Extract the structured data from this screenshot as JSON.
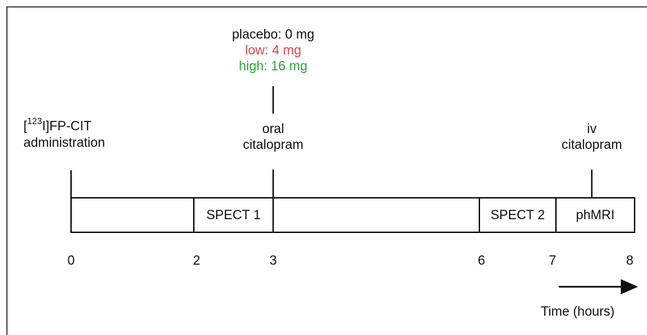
{
  "annotations": {
    "fpcit": {
      "bracket_open": "[",
      "superscript": "123",
      "line1_rest": "I]FP-CIT",
      "line2": "administration"
    },
    "oral": {
      "line1": "oral",
      "line2": "citalopram"
    },
    "iv": {
      "line1": "iv",
      "line2": "citalopram"
    },
    "doses": [
      {
        "label": "placebo: 0 mg",
        "color": "#111111"
      },
      {
        "label": "low: 4 mg",
        "color": "#e0434a"
      },
      {
        "label": "high: 16 mg",
        "color": "#2aa637"
      }
    ]
  },
  "segments": [
    {
      "start": 0,
      "end": 2,
      "label": ""
    },
    {
      "start": 2,
      "end": 3,
      "label": "SPECT 1"
    },
    {
      "start": 3,
      "end": 6,
      "label": ""
    },
    {
      "start": 6,
      "end": 7,
      "label": "SPECT 2"
    },
    {
      "start": 7,
      "end": 8,
      "label": "phMRI"
    }
  ],
  "ticks": [
    "0",
    "2",
    "3",
    "6",
    "7",
    "8"
  ],
  "time_axis_label": "Time (hours)"
}
